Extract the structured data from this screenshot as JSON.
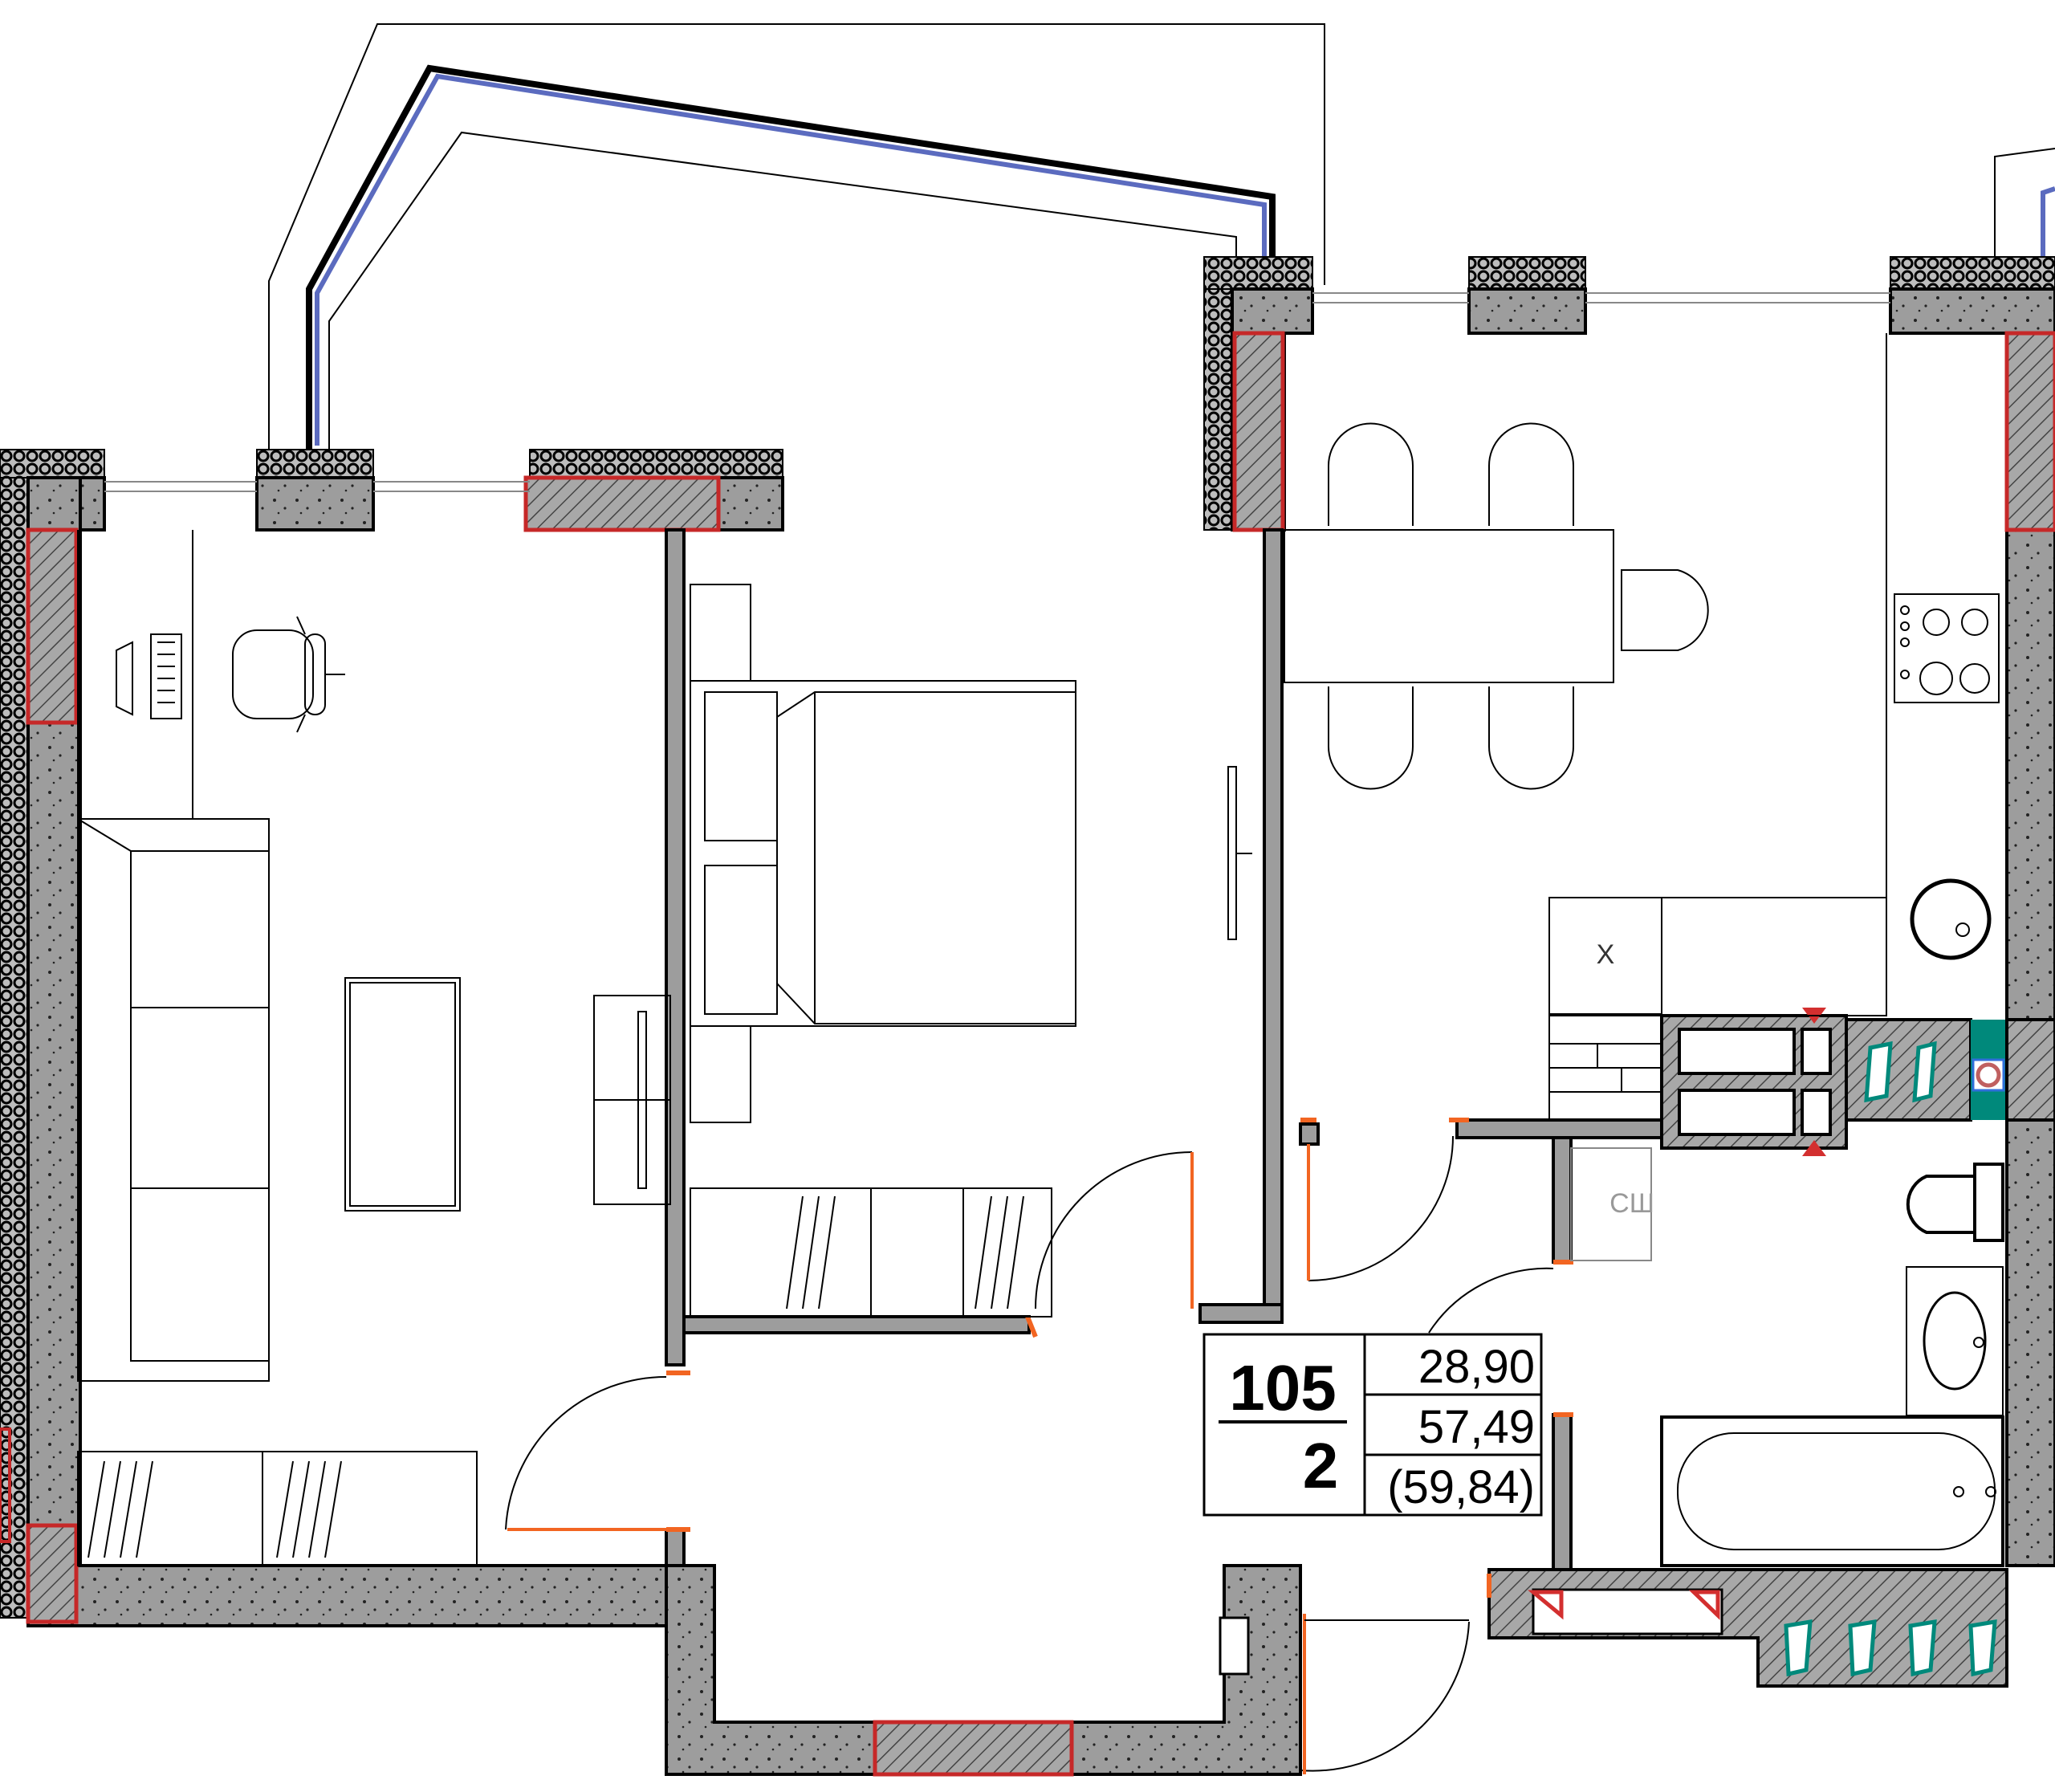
{
  "apartment": {
    "number": "105",
    "rooms": "2",
    "living_area": "28,90",
    "total_area": "57,49",
    "total_area_with_balcony": "(59,84)"
  },
  "labels": {
    "fridge": "Х",
    "wardrobe": "СШ"
  },
  "colors": {
    "wall_fill": "#9d9d9d",
    "wall_outline": "#000000",
    "window_highlight": "#c62828",
    "door_marker": "#f26522",
    "balcony_glazing": "#5b6bbf",
    "vent_marker": "#d32f2f",
    "shaft_accent": "#00897b"
  },
  "icons": [
    "sofa-icon",
    "coffee-table-icon",
    "desk-chair-icon",
    "computer-icon",
    "tv-icon",
    "bed-icon",
    "wardrobe-icon",
    "dining-table-icon",
    "chair-icon",
    "stove-icon",
    "sink-icon",
    "toilet-icon",
    "washbasin-icon",
    "bathtub-icon"
  ]
}
